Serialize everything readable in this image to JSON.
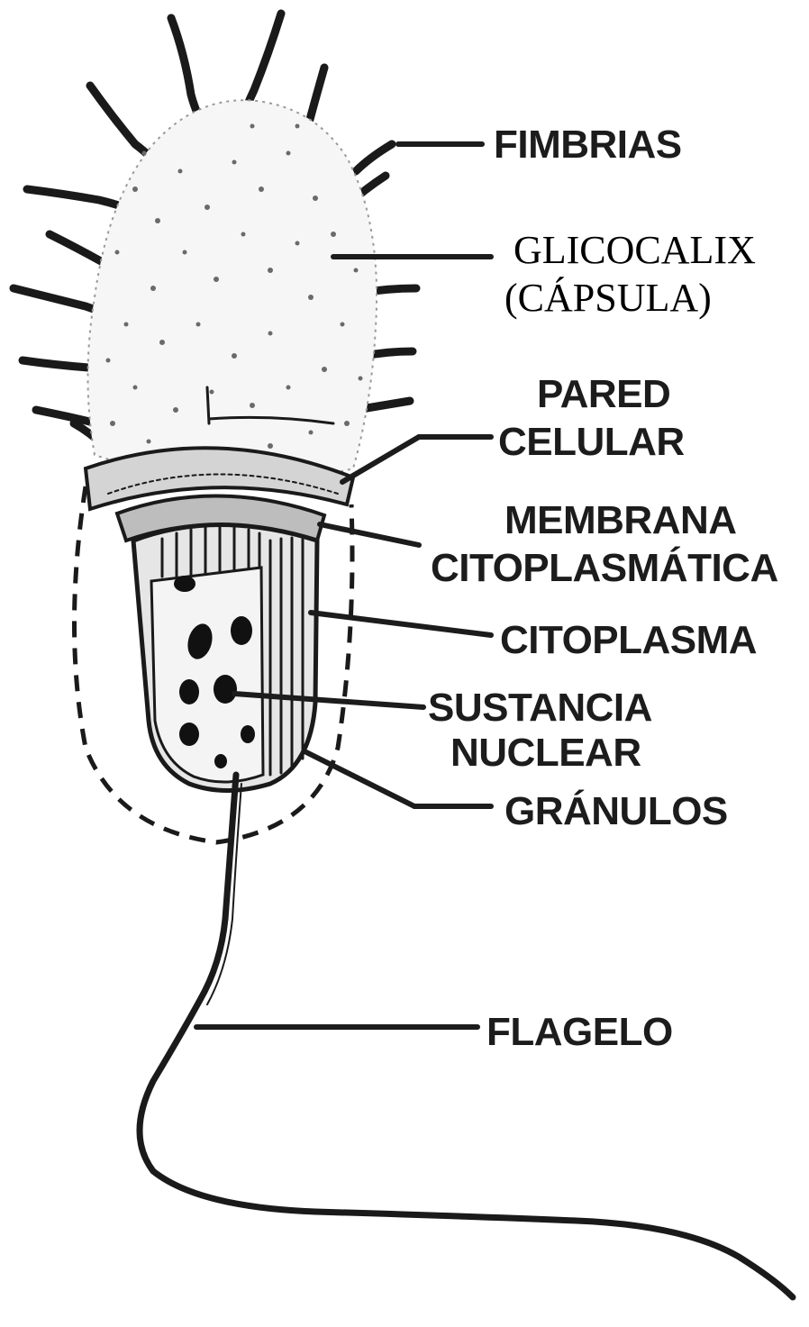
{
  "labels": {
    "fimbrias": "FIMBRIAS",
    "glicocalix": "GLICOCALIX",
    "capsula": "(CÁPSULA)",
    "pared_1": "PARED",
    "pared_2": "CELULAR",
    "membrana_1": "MEMBRANA",
    "membrana_2": "CITOPLASMÁTICA",
    "citoplasma": "CITOPLASMA",
    "sustancia_1": "SUSTANCIA",
    "sustancia_2": "NUCLEAR",
    "granulos": "GRÁNULOS",
    "flagelo": "FLAGELO"
  }
}
